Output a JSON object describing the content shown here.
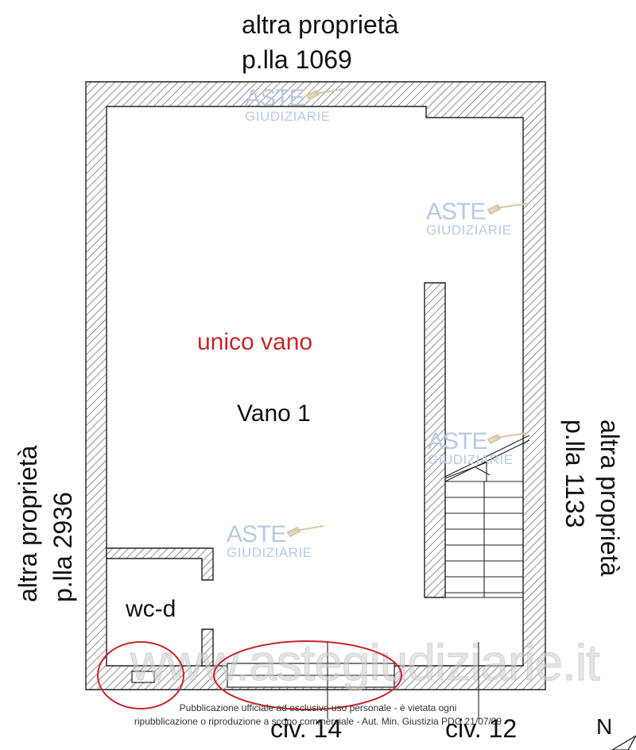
{
  "labels": {
    "top_line1": "altra proprietà",
    "top_line2": "p.lla 1069",
    "left_line1": "altra proprietà",
    "left_line2": "p.lla 2936",
    "right_line1": "altra proprietà",
    "right_line2": "p.lla 1133",
    "room_type": "unico vano",
    "room_name": "Vano 1",
    "wc": "wc-d",
    "civ_14": "civ. 14",
    "civ_12": "civ. 12",
    "north": "N"
  },
  "watermarks": {
    "brand_line1": "ASTE",
    "brand_line2": "GIUDIZIARIE",
    "url": "www.astegiudiziarie.it"
  },
  "notice": {
    "line1": "Pubblicazione ufficiale ad esclusivo uso personale - è vietata ogni",
    "line2": "ripubblicazione o riproduzione a scopo commerciale - Aut. Min. Giustizia PDG 21/07/09"
  },
  "colors": {
    "wall_outline": "#222222",
    "hatch": "#555555",
    "room_label": "#c8262a",
    "highlight_ellipse": "#c8262a",
    "watermark": "#b9cbe3"
  }
}
